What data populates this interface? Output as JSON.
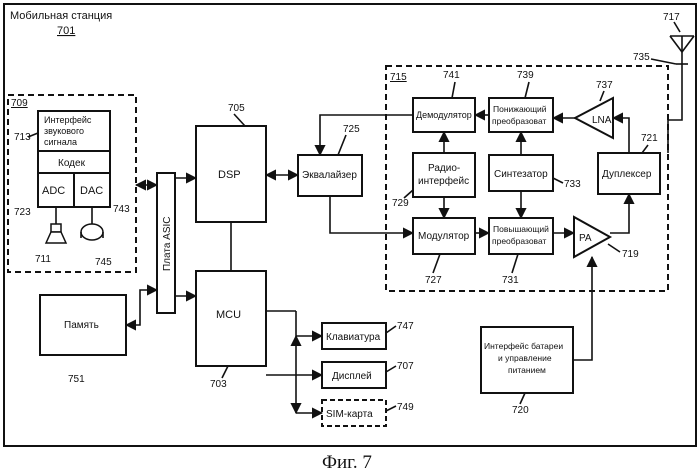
{
  "figure": {
    "station_label": "Мобильная станция",
    "caption": "Фиг. 7",
    "refs": {
      "r701": "701",
      "r703": "703",
      "r705": "705",
      "r707": "707",
      "r709": "709",
      "r711": "711",
      "r713": "713",
      "r715": "715",
      "r717": "717",
      "r719": "719",
      "r720": "720",
      "r721": "721",
      "r723": "723",
      "r725": "725",
      "r727": "727",
      "r729": "729",
      "r731": "731",
      "r733": "733",
      "r735": "735",
      "r737": "737",
      "r739": "739",
      "r741": "741",
      "r743": "743",
      "r745": "745",
      "r747": "747",
      "r749": "749",
      "r751": "751"
    }
  },
  "blocks": {
    "audio_line1": "Интерфейс",
    "audio_line2": "звукового",
    "audio_line3": "сигнала",
    "codec": "Кодек",
    "adc": "ADC",
    "dac": "DAC",
    "memory": "Память",
    "asic": "Плата ASIC",
    "dsp": "DSP",
    "mcu": "MCU",
    "equalizer": "Эквалайзер",
    "demodulator": "Демодулятор",
    "radio_line1": "Радио-",
    "radio_line2": "интерфейс",
    "modulator": "Модулятор",
    "down_line1": "Понижающий",
    "down_line2": "преобразоват",
    "synth": "Синтезатор",
    "up_line1": "Повышающий",
    "up_line2": "преобразоват",
    "lna": "LNA",
    "pa": "PA",
    "duplexer": "Дуплексер",
    "keyboard": "Клавиатура",
    "display": "Дисплей",
    "sim": "SIM-карта",
    "battery_line1": "Интерфейс батареи",
    "battery_line2": "и управление",
    "battery_line3": "питанием"
  }
}
